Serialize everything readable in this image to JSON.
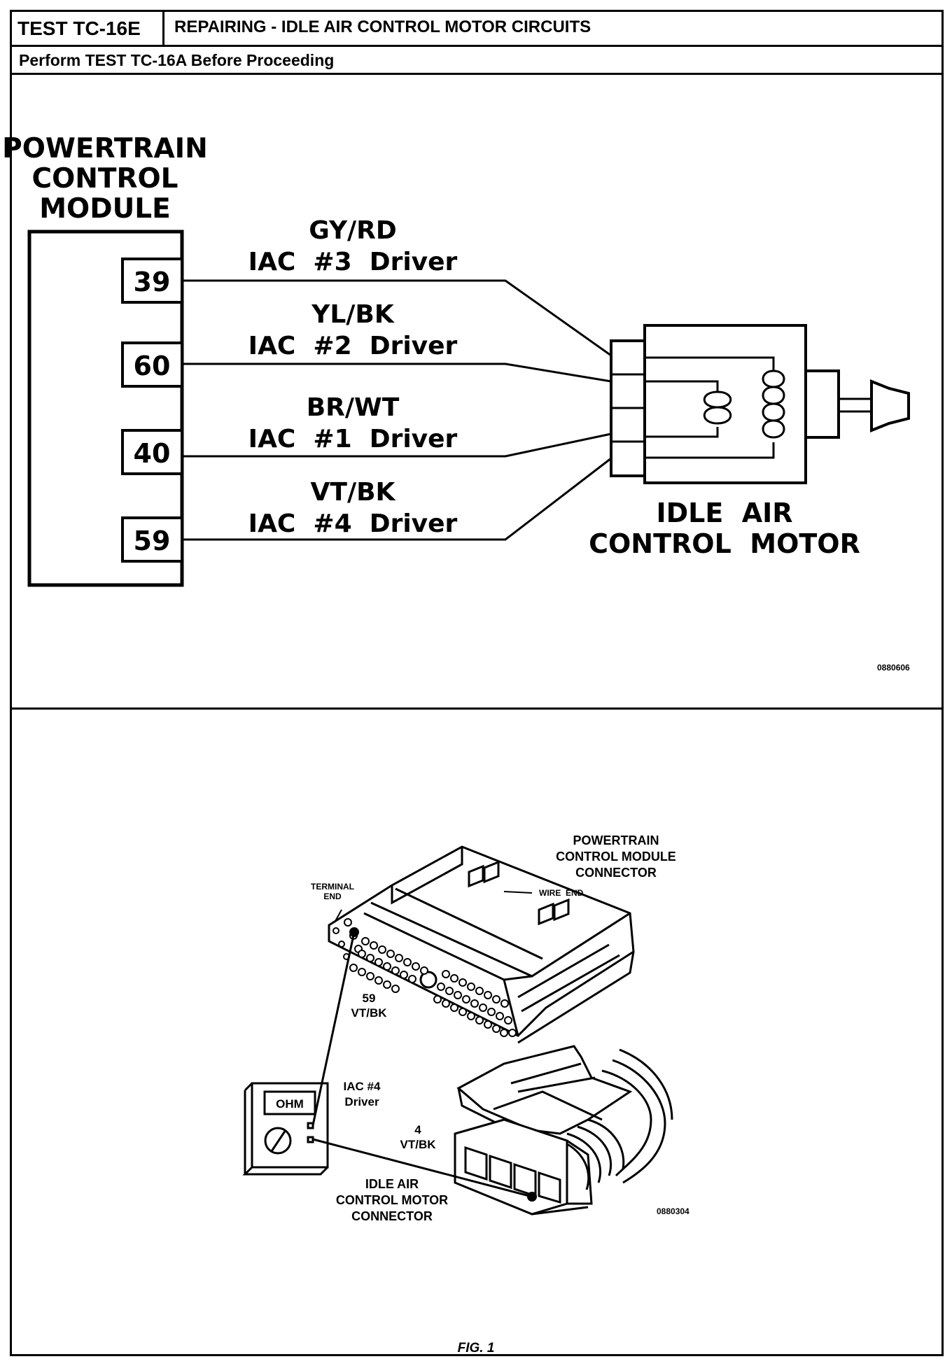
{
  "header": {
    "test_id": "TEST TC-16E",
    "title": "REPAIRING - IDLE AIR CONTROL MOTOR CIRCUITS",
    "instruction": "Perform TEST TC-16A Before Proceeding"
  },
  "schematic": {
    "module_label": [
      "POWERTRAIN",
      "CONTROL",
      "MODULE"
    ],
    "pins": [
      {
        "pin": "39",
        "wire": "GY/RD",
        "function": "IAC  #3  Driver"
      },
      {
        "pin": "60",
        "wire": "YL/BK",
        "function": "IAC  #2  Driver"
      },
      {
        "pin": "40",
        "wire": "BR/WT",
        "function": "IAC  #1  Driver"
      },
      {
        "pin": "59",
        "wire": "VT/BK",
        "function": "IAC  #4  Driver"
      }
    ],
    "motor_label": [
      "IDLE  AIR",
      "CONTROL  MOTOR"
    ],
    "figure_code": "0880606"
  },
  "connector_figure": {
    "pcm_connector_label": [
      "POWERTRAIN",
      "CONTROL MODULE",
      "CONNECTOR"
    ],
    "terminal_end_label": [
      "TERMINAL",
      "END"
    ],
    "wire_end_label": "WIRE  END",
    "pcm_pin_label": [
      "59",
      "VT/BK"
    ],
    "meter_display": "OHM",
    "driver_label": [
      "IAC #4",
      "Driver"
    ],
    "iac_pin_label": [
      "4",
      "VT/BK"
    ],
    "iac_connector_label": [
      "IDLE AIR",
      "CONTROL MOTOR",
      "CONNECTOR"
    ],
    "figure_code": "0880304",
    "caption": "FIG. 1"
  }
}
